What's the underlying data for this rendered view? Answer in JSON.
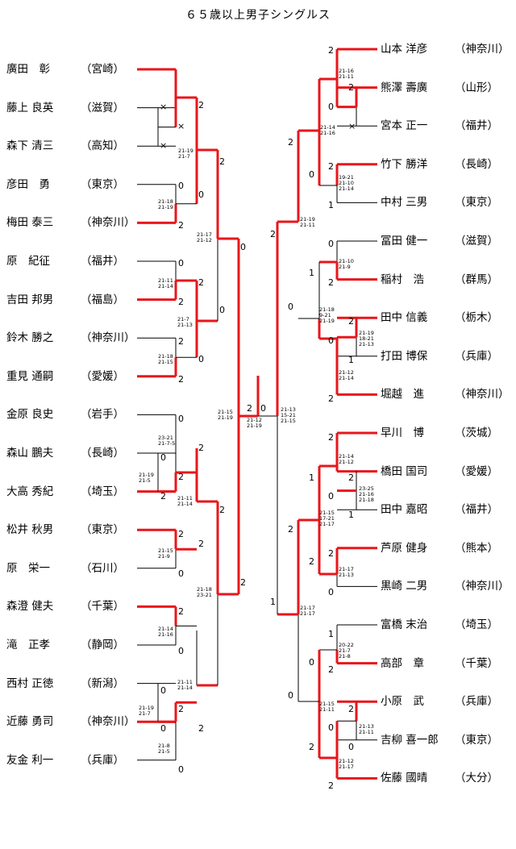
{
  "title": "６５歳以上男子シングルス",
  "left_players": [
    {
      "name": "廣田　彰",
      "pref": "（宮崎）"
    },
    {
      "name": "藤上 良英",
      "pref": "（滋賀）"
    },
    {
      "name": "森下 清三",
      "pref": "（高知）"
    },
    {
      "name": "彦田　勇",
      "pref": "（東京）"
    },
    {
      "name": "梅田 泰三",
      "pref": "（神奈川）"
    },
    {
      "name": "原　紀征",
      "pref": "（福井）"
    },
    {
      "name": "吉田 邦男",
      "pref": "（福島）"
    },
    {
      "name": "鈴木 勝之",
      "pref": "（神奈川）"
    },
    {
      "name": "重見 通嗣",
      "pref": "（愛媛）"
    },
    {
      "name": "金原 良史",
      "pref": "（岩手）"
    },
    {
      "name": "森山 鵬夫",
      "pref": "（長崎）"
    },
    {
      "name": "大高 秀紀",
      "pref": "（埼玉）"
    },
    {
      "name": "松井 秋男",
      "pref": "（東京）"
    },
    {
      "name": "原　栄一",
      "pref": "（石川）"
    },
    {
      "name": "森澄 健夫",
      "pref": "（千葉）"
    },
    {
      "name": "滝　正孝",
      "pref": "（静岡）"
    },
    {
      "name": "西村 正徳",
      "pref": "（新潟）"
    },
    {
      "name": "近藤 勇司",
      "pref": "（神奈川）"
    },
    {
      "name": "友金 利一",
      "pref": "（兵庫）"
    }
  ],
  "right_players": [
    {
      "name": "山本 洋彦",
      "pref": "（神奈川）"
    },
    {
      "name": "熊澤 壽廣",
      "pref": "（山形）"
    },
    {
      "name": "宮本 正一",
      "pref": "（福井）"
    },
    {
      "name": "竹下 勝洋",
      "pref": "（長崎）"
    },
    {
      "name": "中村 三男",
      "pref": "（東京）"
    },
    {
      "name": "冨田 健一",
      "pref": "（滋賀）"
    },
    {
      "name": "稲村　浩",
      "pref": "（群馬）"
    },
    {
      "name": "田中 信義",
      "pref": "（栃木）"
    },
    {
      "name": "打田 博保",
      "pref": "（兵庫）"
    },
    {
      "name": "堀越　進",
      "pref": "（神奈川）"
    },
    {
      "name": "早川　博",
      "pref": "（茨城）"
    },
    {
      "name": "橋田 国司",
      "pref": "（愛媛）"
    },
    {
      "name": "田中 嘉昭",
      "pref": "（福井）"
    },
    {
      "name": "芦原 健身",
      "pref": "（熊本）"
    },
    {
      "name": "黒崎 二男",
      "pref": "（神奈川）"
    },
    {
      "name": "富橋 末治",
      "pref": "（埼玉）"
    },
    {
      "name": "高部　章",
      "pref": "（千葉）"
    },
    {
      "name": "小原　武",
      "pref": "（兵庫）"
    },
    {
      "name": "吉柳 喜一郎",
      "pref": "（東京）"
    },
    {
      "name": "佐藤 國晴",
      "pref": "（大分）"
    }
  ],
  "marks": {
    "l1_ko": [
      "×",
      "×",
      "×"
    ],
    "l1_res": [
      "0",
      "2"
    ],
    "l2_res": [
      "2",
      "0",
      "0",
      "2",
      "2",
      "0"
    ],
    "l2b_res": [
      "0",
      "2",
      "2",
      "0",
      "2",
      "0"
    ],
    "l3_res": [
      "2",
      "0",
      "2",
      "2"
    ],
    "l4_res": [
      "2",
      "0",
      "2",
      "2",
      "0",
      "0",
      "2",
      "2",
      "0",
      "2",
      "0"
    ],
    "l5_res": [
      "0",
      "2"
    ],
    "final": [
      "2",
      "0"
    ],
    "r1_res": [
      "2",
      "0",
      "×",
      "1"
    ],
    "r2_res": [
      "2",
      "0",
      "2",
      "1",
      "0",
      "2",
      "2",
      "0",
      "1"
    ],
    "r3_res": [
      "2",
      "0",
      "2",
      "0",
      "0",
      "1",
      "2",
      "1"
    ],
    "r4_res": [
      "2",
      "0",
      "1",
      "2",
      "1",
      "0",
      "2",
      "0",
      "2",
      "0",
      "2",
      "2",
      "0"
    ],
    "r5_res": [
      "0",
      "2",
      "2",
      "2",
      "2"
    ]
  },
  "scores": {
    "l_a": "21-19\n21-7",
    "l_b": "21-18\n21-19",
    "l_c": "21-17\n21-12",
    "l_d": "21-11\n21-14",
    "l_e": "21-7\n21-13",
    "l_f": "21-18\n21-15",
    "l_g": "23-21\n21-7-5",
    "l_h": "21-19\n21-5",
    "l_i": "21-11\n21-14",
    "l_j": "21-15\n21-9",
    "l_k": "21-18\n23-21",
    "l_l": "21-14\n21-16",
    "l_m": "21-19\n21-7",
    "l_n": "21-11\n21-14",
    "l_o": "21-8\n21-5",
    "l_p": "21-15\n21-19",
    "f_c": "21-12\n21-19",
    "f_r": "21-13\n15-21\n21-15",
    "r_a": "21-16\n21-11",
    "r_b": "21-14\n21-16",
    "r_c": "19-21\n21-10\n21-14",
    "r_d": "21-19\n21-11",
    "r_e": "21-10\n21-9",
    "r_f": "21-18\n9-21\n21-19",
    "r_g": "21-19\n18-21\n21-13",
    "r_h": "21-12\n21-14",
    "r_i": "21-14\n21-12",
    "r_j": "23-25\n21-16\n21-18",
    "r_k": "21-15\n17-21\n21-17",
    "r_l": "21-17\n21-13",
    "r_m": "21-17\n21-17",
    "r_n": "20-22\n21-7\n21-8",
    "r_o": "21-15\n21-11",
    "r_p": "21-13\n21-11",
    "r_q": "21-12\n21-17"
  },
  "colors": {
    "winner_line": "#e8161b",
    "line": "#000000"
  }
}
